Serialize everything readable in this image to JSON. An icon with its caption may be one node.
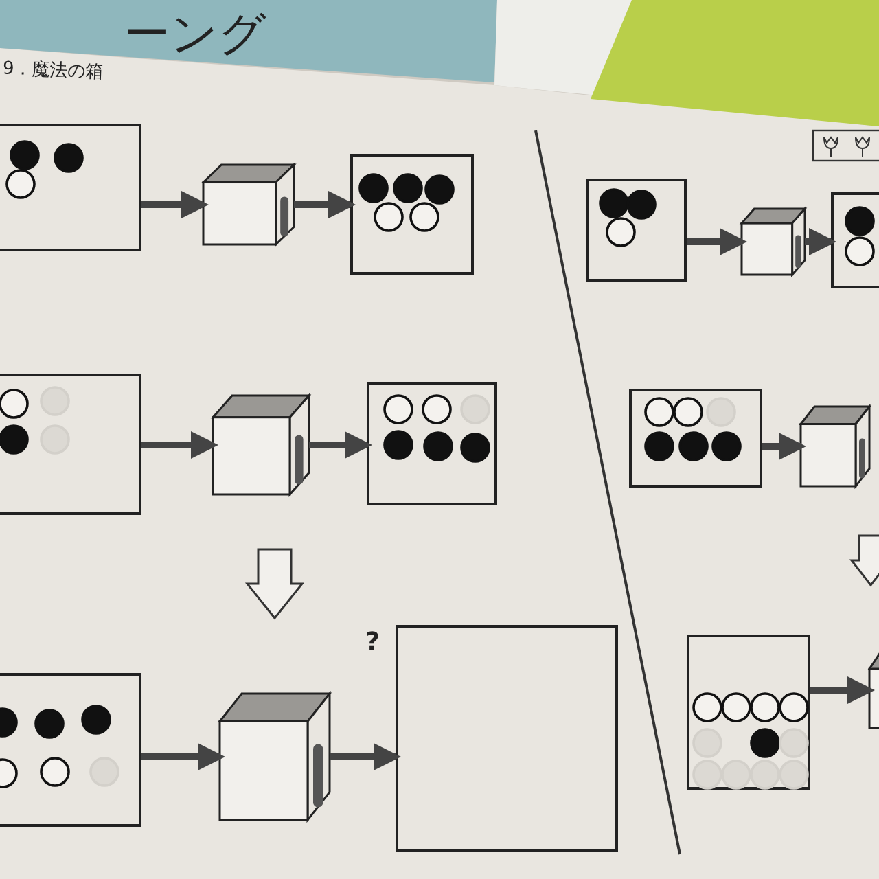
{
  "diagram": {
    "title": "9．魔法の箱",
    "nodes": [
      {
        "text": [],
        "shape": "box"
      },
      {
        "text": [],
        "shape": "cube"
      },
      {
        "text": [],
        "shape": "box"
      },
      {
        "text": [],
        "shape": "box"
      },
      {
        "text": [],
        "shape": "cube"
      },
      {
        "text": [],
        "shape": "box"
      },
      {
        "text": [],
        "shape": "box"
      },
      {
        "text": [],
        "shape": "cube"
      },
      {
        "text": [],
        "shape": "box",
        "beside": [
          "?"
        ]
      },
      {
        "text": [],
        "shape": "box"
      },
      {
        "text": [],
        "shape": "cube"
      },
      {
        "text": [],
        "shape": "box"
      },
      {
        "text": [],
        "shape": "box"
      },
      {
        "text": [],
        "shape": "cube"
      },
      {
        "text": [],
        "shape": "box"
      },
      {
        "text": [],
        "shape": "cube"
      }
    ],
    "edges": [
      {
        "from": 0,
        "to": 1,
        "arrow": "to"
      },
      {
        "from": 1,
        "to": 2,
        "arrow": "to"
      },
      {
        "from": 3,
        "to": 4,
        "arrow": "to"
      },
      {
        "from": 4,
        "to": 5,
        "arrow": "to"
      },
      {
        "from": 6,
        "to": 7,
        "arrow": "to"
      },
      {
        "from": 7,
        "to": 8,
        "arrow": "to"
      },
      {
        "from": 9,
        "to": 10,
        "arrow": "to"
      },
      {
        "from": 10,
        "to": 11,
        "arrow": "to"
      },
      {
        "from": 12,
        "to": 13,
        "arrow": "to"
      },
      {
        "from": 14,
        "to": 15,
        "arrow": "to"
      }
    ],
    "labels": [
      "ーング"
    ]
  }
}
